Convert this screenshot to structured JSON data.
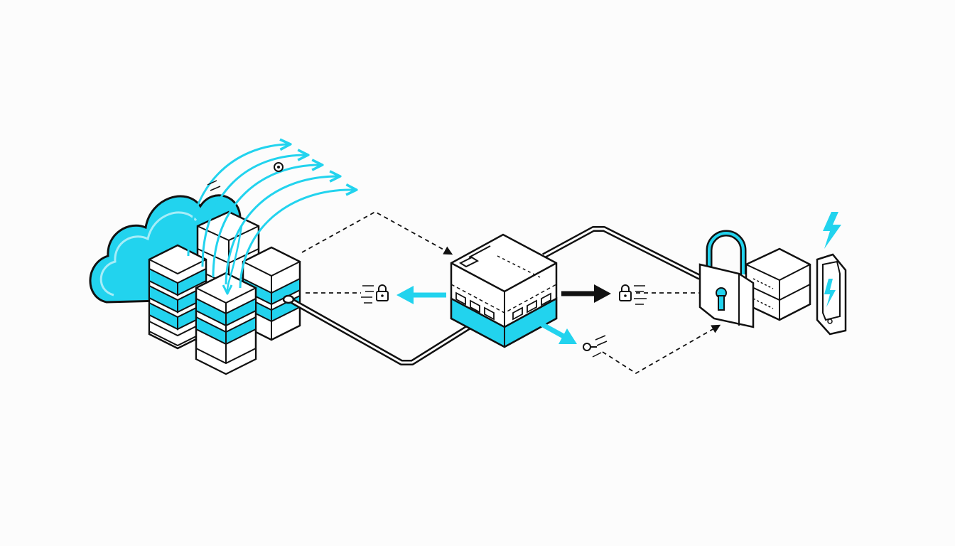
{
  "diagram": {
    "colors": {
      "accent": "#22d3ee",
      "ink": "#111111",
      "paper": "#ffffff",
      "background": "#fcfcfc"
    },
    "nodes": [
      {
        "id": "cloud",
        "icon": "cloud-icon"
      },
      {
        "id": "server-cluster",
        "icon": "server-rack-icon",
        "count": 4
      },
      {
        "id": "central-hub",
        "icon": "network-switch-icon"
      },
      {
        "id": "padlock",
        "icon": "padlock-icon"
      },
      {
        "id": "secure-server",
        "icon": "server-rack-icon"
      },
      {
        "id": "mobile-device",
        "icon": "smartphone-icon"
      },
      {
        "id": "lightning",
        "icon": "lightning-bolt-icon"
      }
    ],
    "connections": [
      {
        "from": "server-cluster",
        "to": "central-hub",
        "style": "solid-cable"
      },
      {
        "from": "central-hub",
        "to": "padlock",
        "style": "solid-cable"
      },
      {
        "from": "server-cluster",
        "to": "central-hub",
        "style": "dashed-arrow"
      },
      {
        "from": "server-cluster",
        "to": "central-hub",
        "style": "dashed-encrypted",
        "icon": "lock-icon"
      },
      {
        "from": "central-hub",
        "to": "padlock",
        "style": "dashed-encrypted",
        "icon": "lock-icon"
      },
      {
        "from": "central-hub",
        "to": "padlock",
        "style": "dashed-arrow",
        "icon": "key-icon"
      },
      {
        "from": "central-hub",
        "to": "server-cluster",
        "style": "accent-arrow"
      },
      {
        "from": "central-hub",
        "to": "padlock",
        "style": "bold-arrow"
      },
      {
        "from": "central-hub",
        "to": "down-right",
        "style": "accent-arrow"
      }
    ],
    "data_streams": {
      "count": 5,
      "color": "accent",
      "icon": "key-icon"
    }
  }
}
